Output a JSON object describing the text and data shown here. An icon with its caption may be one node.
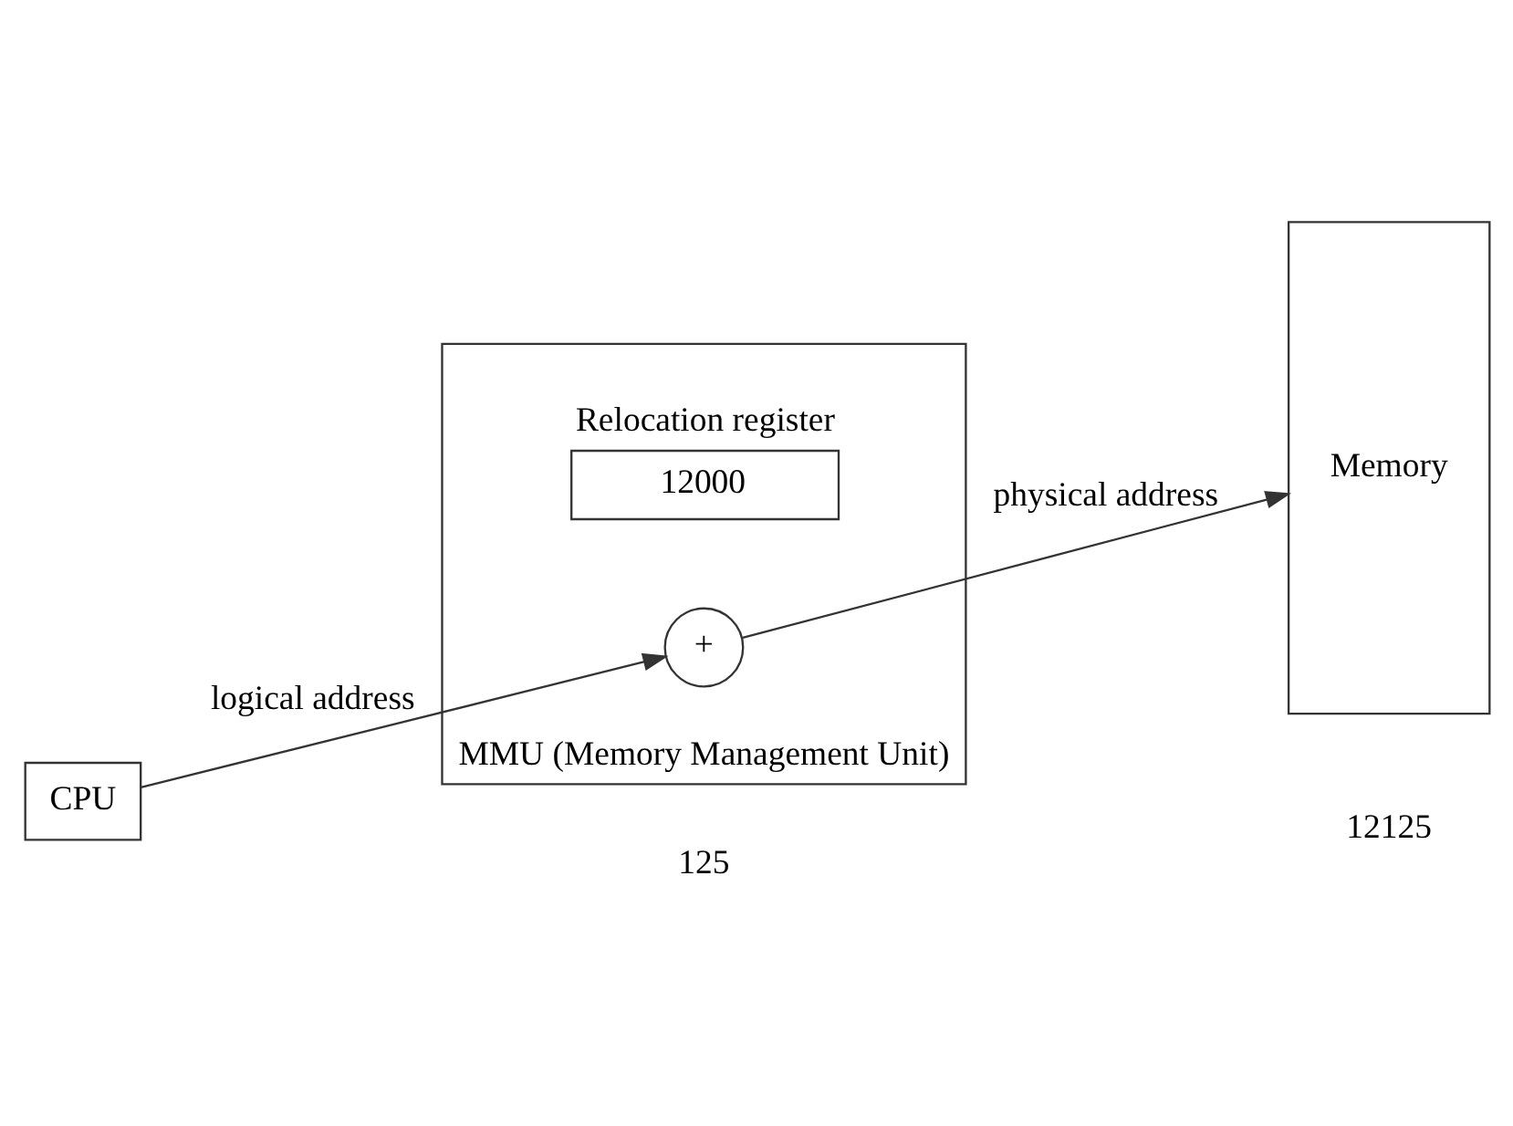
{
  "diagram": {
    "nodes": [
      {
        "text": [
          "CPU"
        ]
      },
      {
        "text": [
          "MMU (Memory Management Unit)"
        ]
      },
      {
        "text": [
          "12000"
        ],
        "in": 1,
        "beside": [
          "Relocation register"
        ]
      },
      {
        "text": [
          "+"
        ],
        "in": 1
      },
      {
        "text": [
          "Memory"
        ]
      }
    ],
    "edges": [
      {
        "from": 0,
        "to": 3,
        "arrow": "to",
        "label": "logical address"
      },
      {
        "from": 3,
        "to": 4,
        "arrow": "to",
        "label": "physical address"
      }
    ],
    "labels": [
      "125",
      "12125"
    ]
  }
}
